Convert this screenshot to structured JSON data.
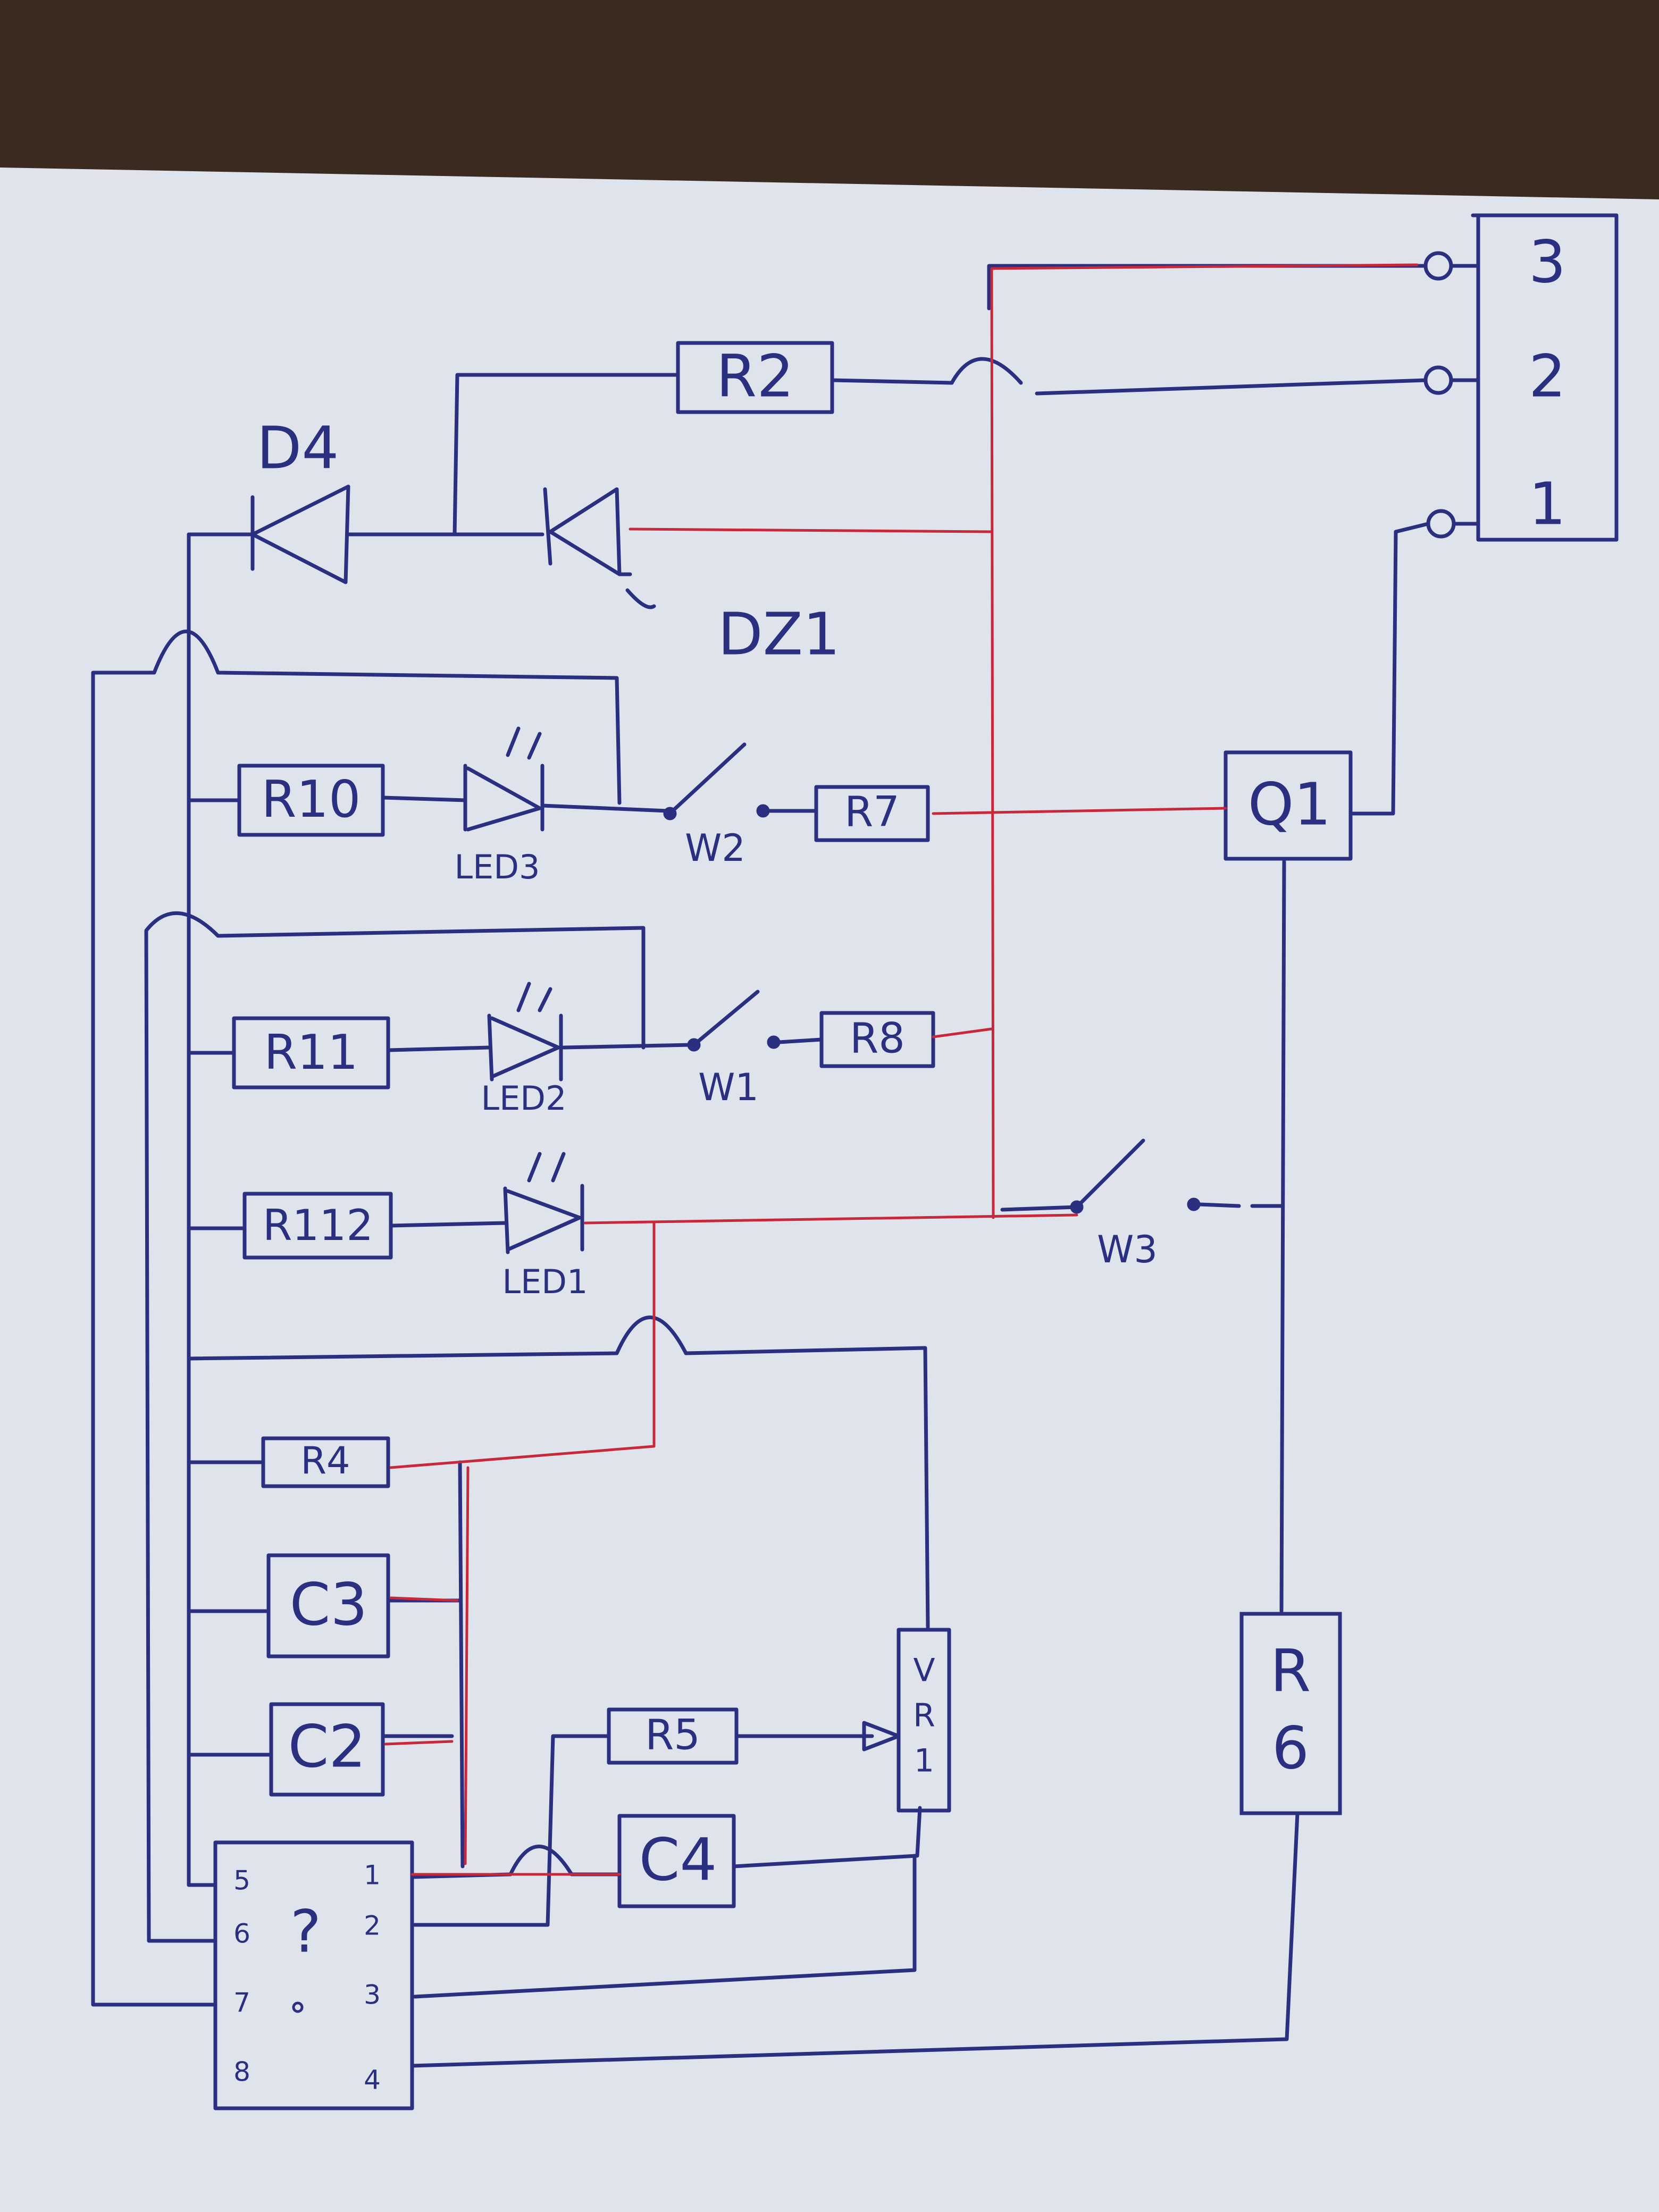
{
  "colors": {
    "paper": "#dfe3ec",
    "ink_blue": "#2a2f80",
    "ink_red": "#c8283a",
    "background": "#3a2a20"
  },
  "connector": {
    "pins": [
      "3",
      "2",
      "1"
    ]
  },
  "components": {
    "R2": "R2",
    "D4": "D4",
    "DZ1": "DZ1",
    "R10": "R10",
    "LED3": "LED3",
    "W2": "W2",
    "R7": "R7",
    "Q1": "Q1",
    "R11": "R11",
    "LED2": "LED2",
    "W1": "W1",
    "R8": "R8",
    "R112": "R112",
    "LED1": "LED1",
    "W3": "W3",
    "R4": "R4",
    "C3": "C3",
    "C2": "C2",
    "R5": "R5",
    "VR1": [
      "V",
      "R",
      "1"
    ],
    "C4": "C4",
    "R6": [
      "R",
      "6"
    ]
  },
  "ic": {
    "mark": "?",
    "pins_left": [
      "5",
      "6",
      "7",
      "8"
    ],
    "pins_right": [
      "1",
      "2",
      "3",
      "4"
    ]
  }
}
